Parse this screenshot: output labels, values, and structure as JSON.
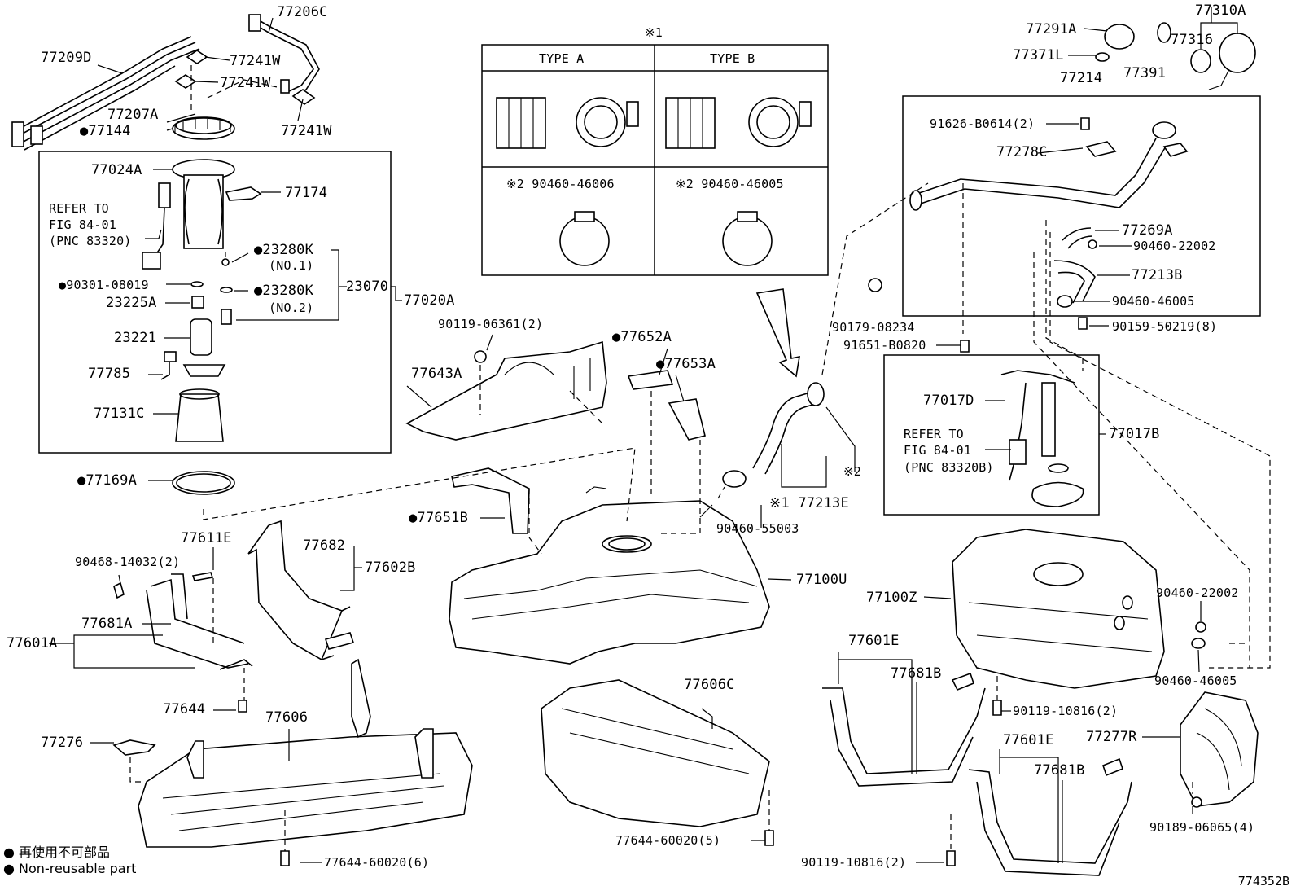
{
  "diagram": {
    "labels": {
      "p77206C": "77206C",
      "p77209D": "77209D",
      "p77241W_1": "77241W",
      "p77241W_2": "77241W",
      "p77241W_3": "77241W",
      "p77207A": "77207A",
      "p77144": "●77144",
      "p77024A": "77024A",
      "p77174": "77174",
      "refer1_l1": "REFER TO",
      "refer1_l2": "FIG 84-01",
      "refer1_l3": "(PNC 83320)",
      "p23280K_1": "●23280K",
      "p23280K_1n": "(NO.1)",
      "p90301": "●90301-08019",
      "p23280K_2": "●23280K",
      "p23280K_2n": "(NO.2)",
      "p23070": "23070",
      "p77020A": "77020A",
      "p23225A": "23225A",
      "p23221": "23221",
      "p77785": "77785",
      "p77131C": "77131C",
      "p77169A": "●77169A",
      "note1_top": "※1",
      "typeA": "TYPE  A",
      "typeB": "TYPE  B",
      "clampA": "※2 90460-46006",
      "clampB": "※2 90460-46005",
      "p90119_06361": "90119-06361(2)",
      "p77652A": "●77652A",
      "p77653A": "●77653A",
      "p77643A": "77643A",
      "p77651B": "●77651B",
      "p77611E": "77611E",
      "p90468": "90468-14032(2)",
      "p77682": "77682",
      "p77602B": "77602B",
      "p77601A": "77601A",
      "p77681A": "77681A",
      "p77644": "77644",
      "p77606": "77606",
      "p77276": "77276",
      "p77644_60020_6": "77644-60020(6)",
      "p77100U": "77100U",
      "p77606C": "77606C",
      "p77644_60020_5": "77644-60020(5)",
      "p90460_55003": "90460-55003",
      "note2_hose": "※2",
      "p77213E": "※1 77213E",
      "p77310A": "77310A",
      "p77291A": "77291A",
      "p77316": "77316",
      "p77371L": "77371L",
      "p77391": "77391",
      "p77214": "77214",
      "p91626": "91626-B0614(2)",
      "p77278C": "77278C",
      "p77269A": "77269A",
      "p90460_22002_a": "90460-22002",
      "p77213B": "77213B",
      "p90460_46005_a": "90460-46005",
      "p90179": "90179-08234",
      "p90159": "90159-50219(8)",
      "p91651": "91651-B0820",
      "p77017D": "77017D",
      "refer2_l1": "REFER TO",
      "refer2_l2": "FIG 84-01",
      "refer2_l3": "(PNC 83320B)",
      "p77017B": "77017B",
      "p77100Z": "77100Z",
      "p90460_22002_b": "90460-22002",
      "p90460_46005_b": "90460-46005",
      "p77601E_1": "77601E",
      "p77681B_1": "77681B",
      "p90119_10816_a": "90119-10816(2)",
      "p77277R": "77277R",
      "p77601E_2": "77601E",
      "p77681B_2": "77681B",
      "p90189": "90189-06065(4)",
      "p90119_10816_b": "90119-10816(2)"
    },
    "legend": {
      "line1": "● 再使用不可部品",
      "line2": "● Non-reusable part"
    },
    "figure_ref": "774352B"
  }
}
